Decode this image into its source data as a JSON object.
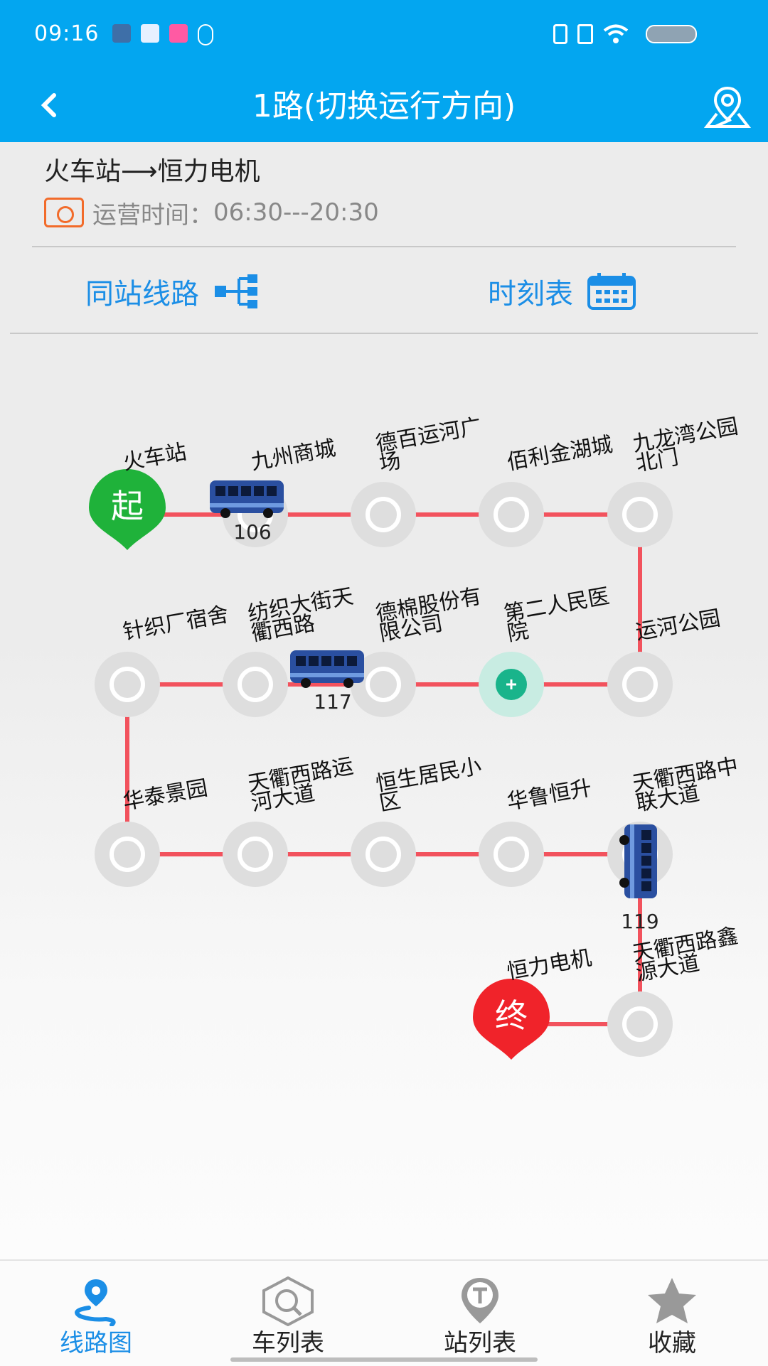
{
  "status_bar": {
    "time": "09:16",
    "battery": "100"
  },
  "header": {
    "title": "1路(切换运行方向)"
  },
  "route": {
    "direction": "火车站⟶恒力电机",
    "hours_label": "运营时间：",
    "hours": "06:30---20:30"
  },
  "actions": {
    "same_station_routes": "同站线路",
    "timetable": "时刻表"
  },
  "start_marker": "起",
  "end_marker": "终",
  "stops": [
    {
      "name": "火车站",
      "lines": [
        "火车站"
      ]
    },
    {
      "name": "九州商城",
      "lines": [
        "九州商城"
      ]
    },
    {
      "name": "德百运河广场",
      "lines": [
        "德百运河广",
        "场"
      ]
    },
    {
      "name": "佰利金湖城",
      "lines": [
        "佰利金湖城"
      ]
    },
    {
      "name": "九龙湾公园北门",
      "lines": [
        "九龙湾公园",
        "北门"
      ]
    },
    {
      "name": "运河公园",
      "lines": [
        "运河公园"
      ]
    },
    {
      "name": "第二人民医院",
      "lines": [
        "第二人民医",
        "院"
      ]
    },
    {
      "name": "德棉股份有限公司",
      "lines": [
        "德棉股份有",
        "限公司"
      ]
    },
    {
      "name": "纺织大街天衢西路",
      "lines": [
        "纺织大街天",
        "衢西路"
      ]
    },
    {
      "name": "针织厂宿舍",
      "lines": [
        "针织厂宿舍"
      ]
    },
    {
      "name": "华泰景园",
      "lines": [
        "华泰景园"
      ]
    },
    {
      "name": "天衢西路运河大道",
      "lines": [
        "天衢西路运",
        "河大道"
      ]
    },
    {
      "name": "恒生居民小区",
      "lines": [
        "恒生居民小",
        "区"
      ]
    },
    {
      "name": "华鲁恒升",
      "lines": [
        "华鲁恒升"
      ]
    },
    {
      "name": "天衢西路中联大道",
      "lines": [
        "天衢西路中",
        "联大道"
      ]
    },
    {
      "name": "天衢西路鑫源大道",
      "lines": [
        "天衢西路鑫",
        "源大道"
      ]
    },
    {
      "name": "恒力电机",
      "lines": [
        "恒力电机"
      ]
    }
  ],
  "buses": [
    {
      "number": "106",
      "near_stop": "九州商城"
    },
    {
      "number": "117",
      "near_stop": "纺织大街天衢西路"
    },
    {
      "number": "119",
      "near_stop": "天衢西路中联大道"
    }
  ],
  "highlighted_stop": "第二人民医院",
  "colors": {
    "primary": "#03a6f0",
    "route_line": "#f2525d",
    "start": "#1fb23a",
    "end": "#f0232a",
    "accent": "#1b8ee6",
    "highlight": "#19b48b"
  },
  "tabs": [
    {
      "label": "线路图",
      "icon": "route-map-icon",
      "active": true
    },
    {
      "label": "车列表",
      "icon": "bus-search-icon",
      "active": false
    },
    {
      "label": "站列表",
      "icon": "bus-stop-icon",
      "active": false
    },
    {
      "label": "收藏",
      "icon": "star-icon",
      "active": false
    }
  ]
}
